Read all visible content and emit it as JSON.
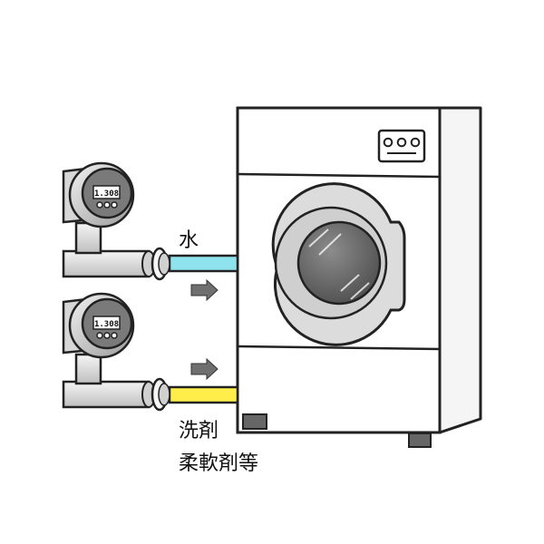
{
  "labels": {
    "water": "水",
    "detergent_line1": "洗剤",
    "detergent_line2": "柔軟剤等"
  },
  "meters": [
    {
      "display": "1.308"
    },
    {
      "display": "1.308"
    }
  ],
  "colors": {
    "water_pipe": "#8fe3ef",
    "detergent_pipe": "#ffee4a",
    "arrow": "#6f6f6f",
    "machine_body": "#ffffff",
    "outline": "#222222"
  },
  "icons": {
    "flow_arrow": "right-arrow-icon"
  }
}
